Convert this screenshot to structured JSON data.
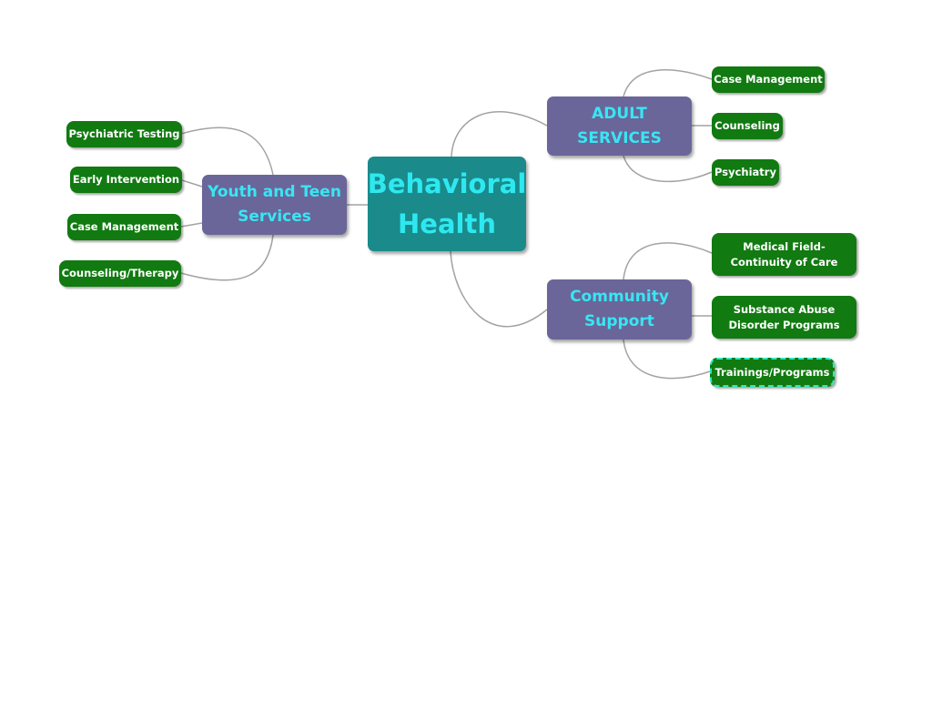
{
  "mindmap": {
    "central": "Behavioral\nHealth",
    "youth": {
      "title": "Youth and Teen\nServices",
      "items": [
        "Psychiatric Testing",
        "Early Intervention",
        "Case Management",
        "Counseling/Therapy"
      ]
    },
    "adult": {
      "title": "ADULT\nSERVICES",
      "items": [
        "Case Management",
        "Counseling",
        "Psychiatry"
      ]
    },
    "community": {
      "title": "Community\nSupport",
      "items": [
        "Medical Field-\nContinuity of Care",
        "Substance Abuse\nDisorder Programs",
        "Trainings/Programs"
      ]
    }
  },
  "colors": {
    "central_fill": "#1a8a8a",
    "main_fill": "#6a6699",
    "sub_fill": "#117a11",
    "title_text": "#38e6f4",
    "sub_text": "#ffffff",
    "connector": "#a3a3a3"
  }
}
